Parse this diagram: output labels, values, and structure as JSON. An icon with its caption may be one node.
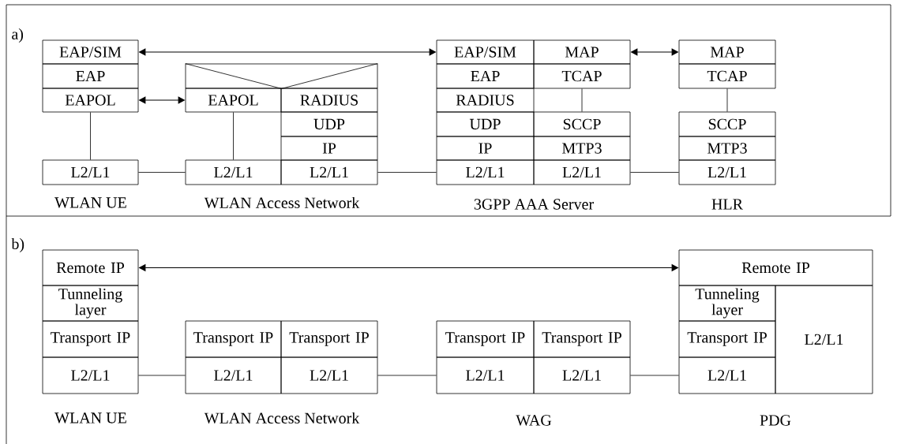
{
  "diagram": {
    "nodes": [
      {
        "text": [
          "EAP/SIM"
        ]
      },
      {
        "text": [
          "EAP"
        ]
      },
      {
        "text": [
          "EAPOL"
        ]
      },
      {
        "text": [
          "L2/L1"
        ]
      },
      {
        "text": [],
        "shape": "box"
      },
      {
        "text": [
          "EAPOL"
        ]
      },
      {
        "text": [
          "RADIUS"
        ]
      },
      {
        "text": [
          "UDP"
        ]
      },
      {
        "text": [
          "IP"
        ]
      },
      {
        "text": [
          "L2/L1"
        ]
      },
      {
        "text": [
          "L2/L1"
        ]
      },
      {
        "text": [
          "EAP/SIM"
        ]
      },
      {
        "text": [
          "MAP"
        ]
      },
      {
        "text": [
          "EAP"
        ]
      },
      {
        "text": [
          "TCAP"
        ]
      },
      {
        "text": [
          "RADIUS"
        ]
      },
      {
        "text": [
          "UDP"
        ]
      },
      {
        "text": [
          "SCCP"
        ]
      },
      {
        "text": [
          "IP"
        ]
      },
      {
        "text": [
          "MTP3"
        ]
      },
      {
        "text": [
          "L2/L1"
        ]
      },
      {
        "text": [
          "L2/L1"
        ]
      },
      {
        "text": [
          "MAP"
        ]
      },
      {
        "text": [
          "TCAP"
        ]
      },
      {
        "text": [
          "SCCP"
        ]
      },
      {
        "text": [
          "MTP3"
        ]
      },
      {
        "text": [
          "L2/L1"
        ]
      },
      {
        "text": [
          "Remote IP"
        ]
      },
      {
        "text": [
          "Tunneling layer"
        ]
      },
      {
        "text": [
          "Transport IP"
        ]
      },
      {
        "text": [
          "L2/L1"
        ]
      },
      {
        "text": [
          "Transport IP"
        ]
      },
      {
        "text": [
          "Transport IP"
        ]
      },
      {
        "text": [
          "L2/L1"
        ]
      },
      {
        "text": [
          "L2/L1"
        ]
      },
      {
        "text": [
          "Transport IP"
        ]
      },
      {
        "text": [
          "Transport IP"
        ]
      },
      {
        "text": [
          "L2/L1"
        ]
      },
      {
        "text": [
          "L2/L1"
        ]
      },
      {
        "text": [
          "Remote IP"
        ]
      },
      {
        "text": [
          "Tunneling layer"
        ]
      },
      {
        "text": [
          "L2/L1"
        ]
      },
      {
        "text": [
          "Transport IP"
        ]
      },
      {
        "text": [
          "L2/L1"
        ]
      }
    ],
    "edges": [
      {
        "from": 0,
        "to": 11,
        "arrow": "both"
      },
      {
        "from": 2,
        "to": 5,
        "arrow": "both"
      },
      {
        "from": 12,
        "to": 22,
        "arrow": "both"
      },
      {
        "from": 2,
        "to": 3,
        "arrow": "none"
      },
      {
        "from": 5,
        "to": 9,
        "arrow": "none"
      },
      {
        "from": 14,
        "to": 17,
        "arrow": "none"
      },
      {
        "from": 23,
        "to": 24,
        "arrow": "none"
      },
      {
        "from": 3,
        "to": 9,
        "arrow": "none"
      },
      {
        "from": 10,
        "to": 20,
        "arrow": "none"
      },
      {
        "from": 21,
        "to": 26,
        "arrow": "none"
      },
      {
        "from": 27,
        "to": 39,
        "arrow": "both"
      },
      {
        "from": 30,
        "to": 33,
        "arrow": "none"
      },
      {
        "from": 34,
        "to": 37,
        "arrow": "none"
      },
      {
        "from": 38,
        "to": 43,
        "arrow": "none"
      }
    ],
    "labels": [
      "a)",
      "WLAN UE",
      "WLAN Access Network",
      "3GPP AAA Server",
      "HLR",
      "b)",
      "WLAN UE",
      "WLAN Access Network",
      "WAG",
      "PDG"
    ]
  }
}
